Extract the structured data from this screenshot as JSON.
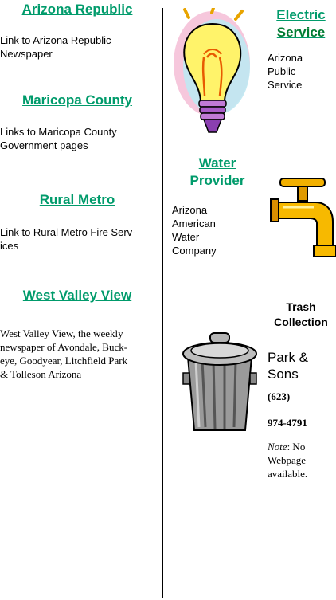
{
  "left": {
    "arizona_republic": {
      "title": "Arizona Republic",
      "desc_1": "Link to Arizona Republic",
      "desc_2": "Newspaper"
    },
    "maricopa_county": {
      "title": "Maricopa County",
      "desc_1": "Links to Maricopa County",
      "desc_2": "Government pages"
    },
    "rural_metro": {
      "title": "Rural Metro",
      "desc_1": "Link to Rural Metro Fire Serv-",
      "desc_2": "ices"
    },
    "west_valley_view": {
      "title": "West Valley View",
      "desc_1": "West Valley View, the weekly",
      "desc_2": "newspaper of Avondale, Buck-",
      "desc_3": "eye, Goodyear, Litchfield Park",
      "desc_4": "& Tolleson Arizona"
    }
  },
  "right": {
    "electric": {
      "title_1": "Electric",
      "title_2": "Service",
      "desc_1": "Arizona",
      "desc_2": "Public",
      "desc_3": "Service"
    },
    "water": {
      "title_1": "Water",
      "title_2": "Provider",
      "desc_1": "Arizona",
      "desc_2": "American",
      "desc_3": "Water",
      "desc_4": "Company"
    },
    "trash": {
      "title_1": "Trash",
      "title_2": "Collection",
      "company_1": "Park &",
      "company_2": "Sons",
      "phone_1": "(623)",
      "phone_2": "974-4791",
      "note_label": "Note",
      "note_1": ":  No",
      "note_2": "Webpage",
      "note_3": "available."
    }
  },
  "icons": [
    "light-bulb-icon",
    "faucet-icon",
    "trash-can-icon"
  ],
  "colors": {
    "link": "#009b6b",
    "text": "#000000"
  }
}
